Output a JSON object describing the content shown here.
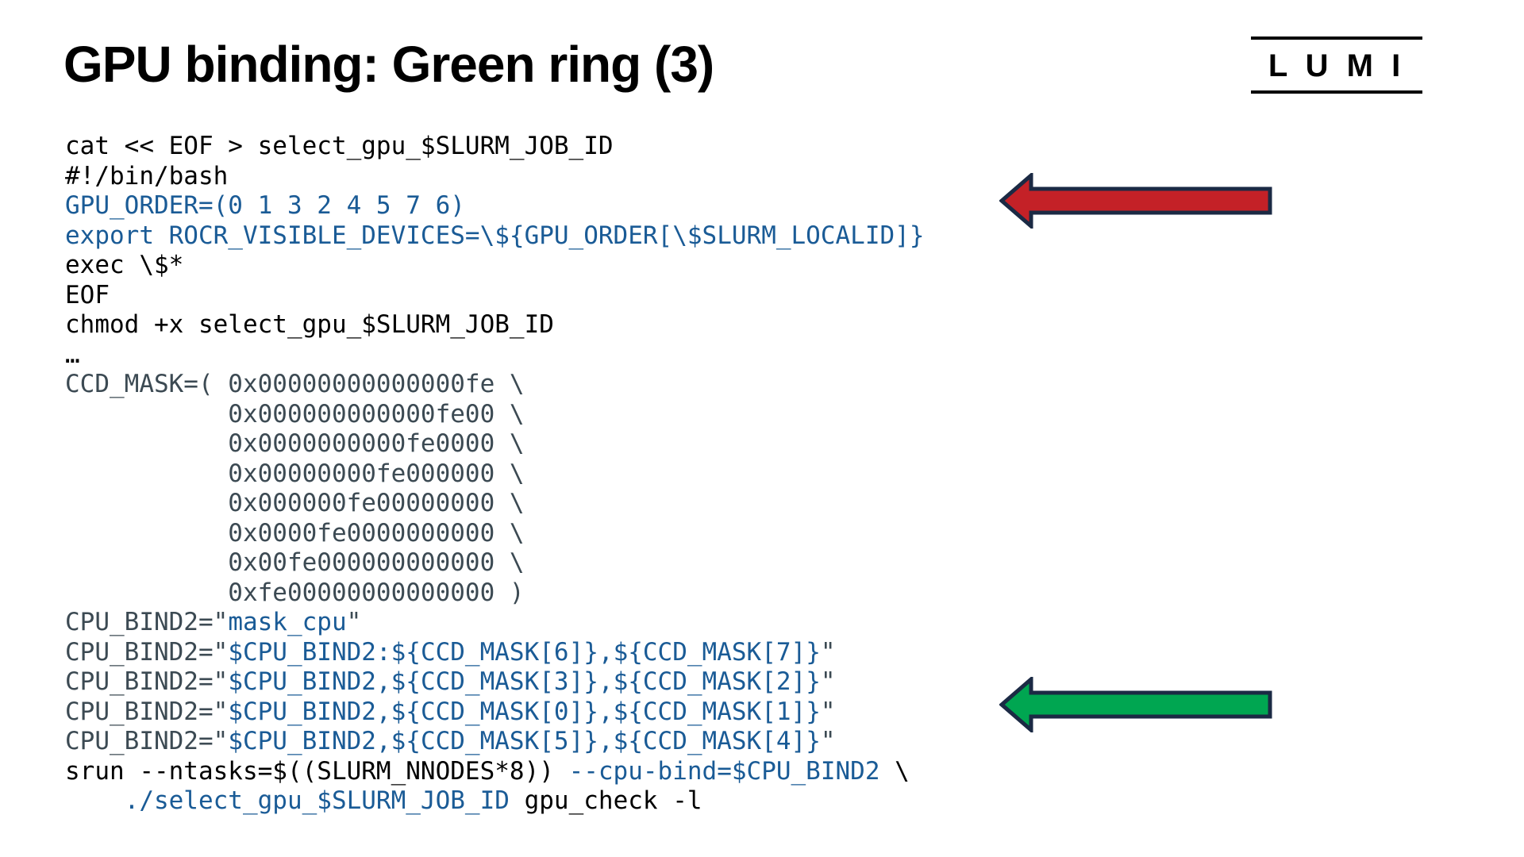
{
  "title": "GPU binding: Green ring (3)",
  "logo": {
    "text": "L U M I"
  },
  "colors": {
    "black": "#000000",
    "slate": "#3c4a53",
    "blue": "#1a5b96",
    "red_arrow": "#c42127",
    "green_arrow": "#00a651",
    "arrow_outline": "#1b2a44"
  },
  "code": {
    "lines": [
      {
        "segments": [
          {
            "t": "cat << EOF > select_gpu_$SLURM_JOB_ID",
            "c": "black"
          }
        ]
      },
      {
        "segments": [
          {
            "t": "#!/bin/bash",
            "c": "black"
          }
        ]
      },
      {
        "segments": [
          {
            "t": "GPU_ORDER=(0 1 3 2 4 5 7 6)",
            "c": "blue"
          }
        ]
      },
      {
        "segments": [
          {
            "t": "export ROCR_VISIBLE_DEVICES=\\${GPU_ORDER[\\$SLURM_LOCALID]}",
            "c": "blue"
          }
        ]
      },
      {
        "segments": [
          {
            "t": "exec \\$*",
            "c": "black"
          }
        ]
      },
      {
        "segments": [
          {
            "t": "EOF",
            "c": "black"
          }
        ]
      },
      {
        "segments": [
          {
            "t": "chmod +x select_gpu_$SLURM_JOB_ID",
            "c": "black"
          }
        ]
      },
      {
        "segments": [
          {
            "t": "…",
            "c": "black"
          }
        ]
      },
      {
        "segments": [
          {
            "t": "CCD_MASK=( 0x00000000000000fe \\",
            "c": "slate"
          }
        ]
      },
      {
        "segments": [
          {
            "t": "           0x000000000000fe00 \\",
            "c": "slate"
          }
        ]
      },
      {
        "segments": [
          {
            "t": "           0x0000000000fe0000 \\",
            "c": "slate"
          }
        ]
      },
      {
        "segments": [
          {
            "t": "           0x00000000fe000000 \\",
            "c": "slate"
          }
        ]
      },
      {
        "segments": [
          {
            "t": "           0x000000fe00000000 \\",
            "c": "slate"
          }
        ]
      },
      {
        "segments": [
          {
            "t": "           0x0000fe0000000000 \\",
            "c": "slate"
          }
        ]
      },
      {
        "segments": [
          {
            "t": "           0x00fe000000000000 \\",
            "c": "slate"
          }
        ]
      },
      {
        "segments": [
          {
            "t": "           0xfe00000000000000 )",
            "c": "slate"
          }
        ]
      },
      {
        "segments": [
          {
            "t": "CPU_BIND2=\"",
            "c": "slate"
          },
          {
            "t": "mask_cpu",
            "c": "blue"
          },
          {
            "t": "\"",
            "c": "slate"
          }
        ]
      },
      {
        "segments": [
          {
            "t": "CPU_BIND2=\"",
            "c": "slate"
          },
          {
            "t": "$CPU_BIND2:${CCD_MASK[6]},${CCD_MASK[7]}",
            "c": "blue"
          },
          {
            "t": "\"",
            "c": "slate"
          }
        ]
      },
      {
        "segments": [
          {
            "t": "CPU_BIND2=\"",
            "c": "slate"
          },
          {
            "t": "$CPU_BIND2,${CCD_MASK[3]},${CCD_MASK[2]}",
            "c": "blue"
          },
          {
            "t": "\"",
            "c": "slate"
          }
        ]
      },
      {
        "segments": [
          {
            "t": "CPU_BIND2=\"",
            "c": "slate"
          },
          {
            "t": "$CPU_BIND2,${CCD_MASK[0]},${CCD_MASK[1]}",
            "c": "blue"
          },
          {
            "t": "\"",
            "c": "slate"
          }
        ]
      },
      {
        "segments": [
          {
            "t": "CPU_BIND2=\"",
            "c": "slate"
          },
          {
            "t": "$CPU_BIND2,${CCD_MASK[5]},${CCD_MASK[4]}",
            "c": "blue"
          },
          {
            "t": "\"",
            "c": "slate"
          }
        ]
      },
      {
        "segments": [
          {
            "t": "srun --ntasks=$((SLURM_NNODES*8)) ",
            "c": "black"
          },
          {
            "t": "--cpu-bind=$CPU_BIND2",
            "c": "blue"
          },
          {
            "t": " \\",
            "c": "black"
          }
        ]
      },
      {
        "segments": [
          {
            "t": "    ./select_gpu_$SLURM_JOB_ID",
            "c": "blue"
          },
          {
            "t": " gpu_check -l",
            "c": "black"
          }
        ]
      }
    ]
  },
  "arrows": [
    {
      "name": "red-arrow",
      "direction": "left",
      "color_key": "red_arrow"
    },
    {
      "name": "green-arrow",
      "direction": "left",
      "color_key": "green_arrow"
    }
  ]
}
